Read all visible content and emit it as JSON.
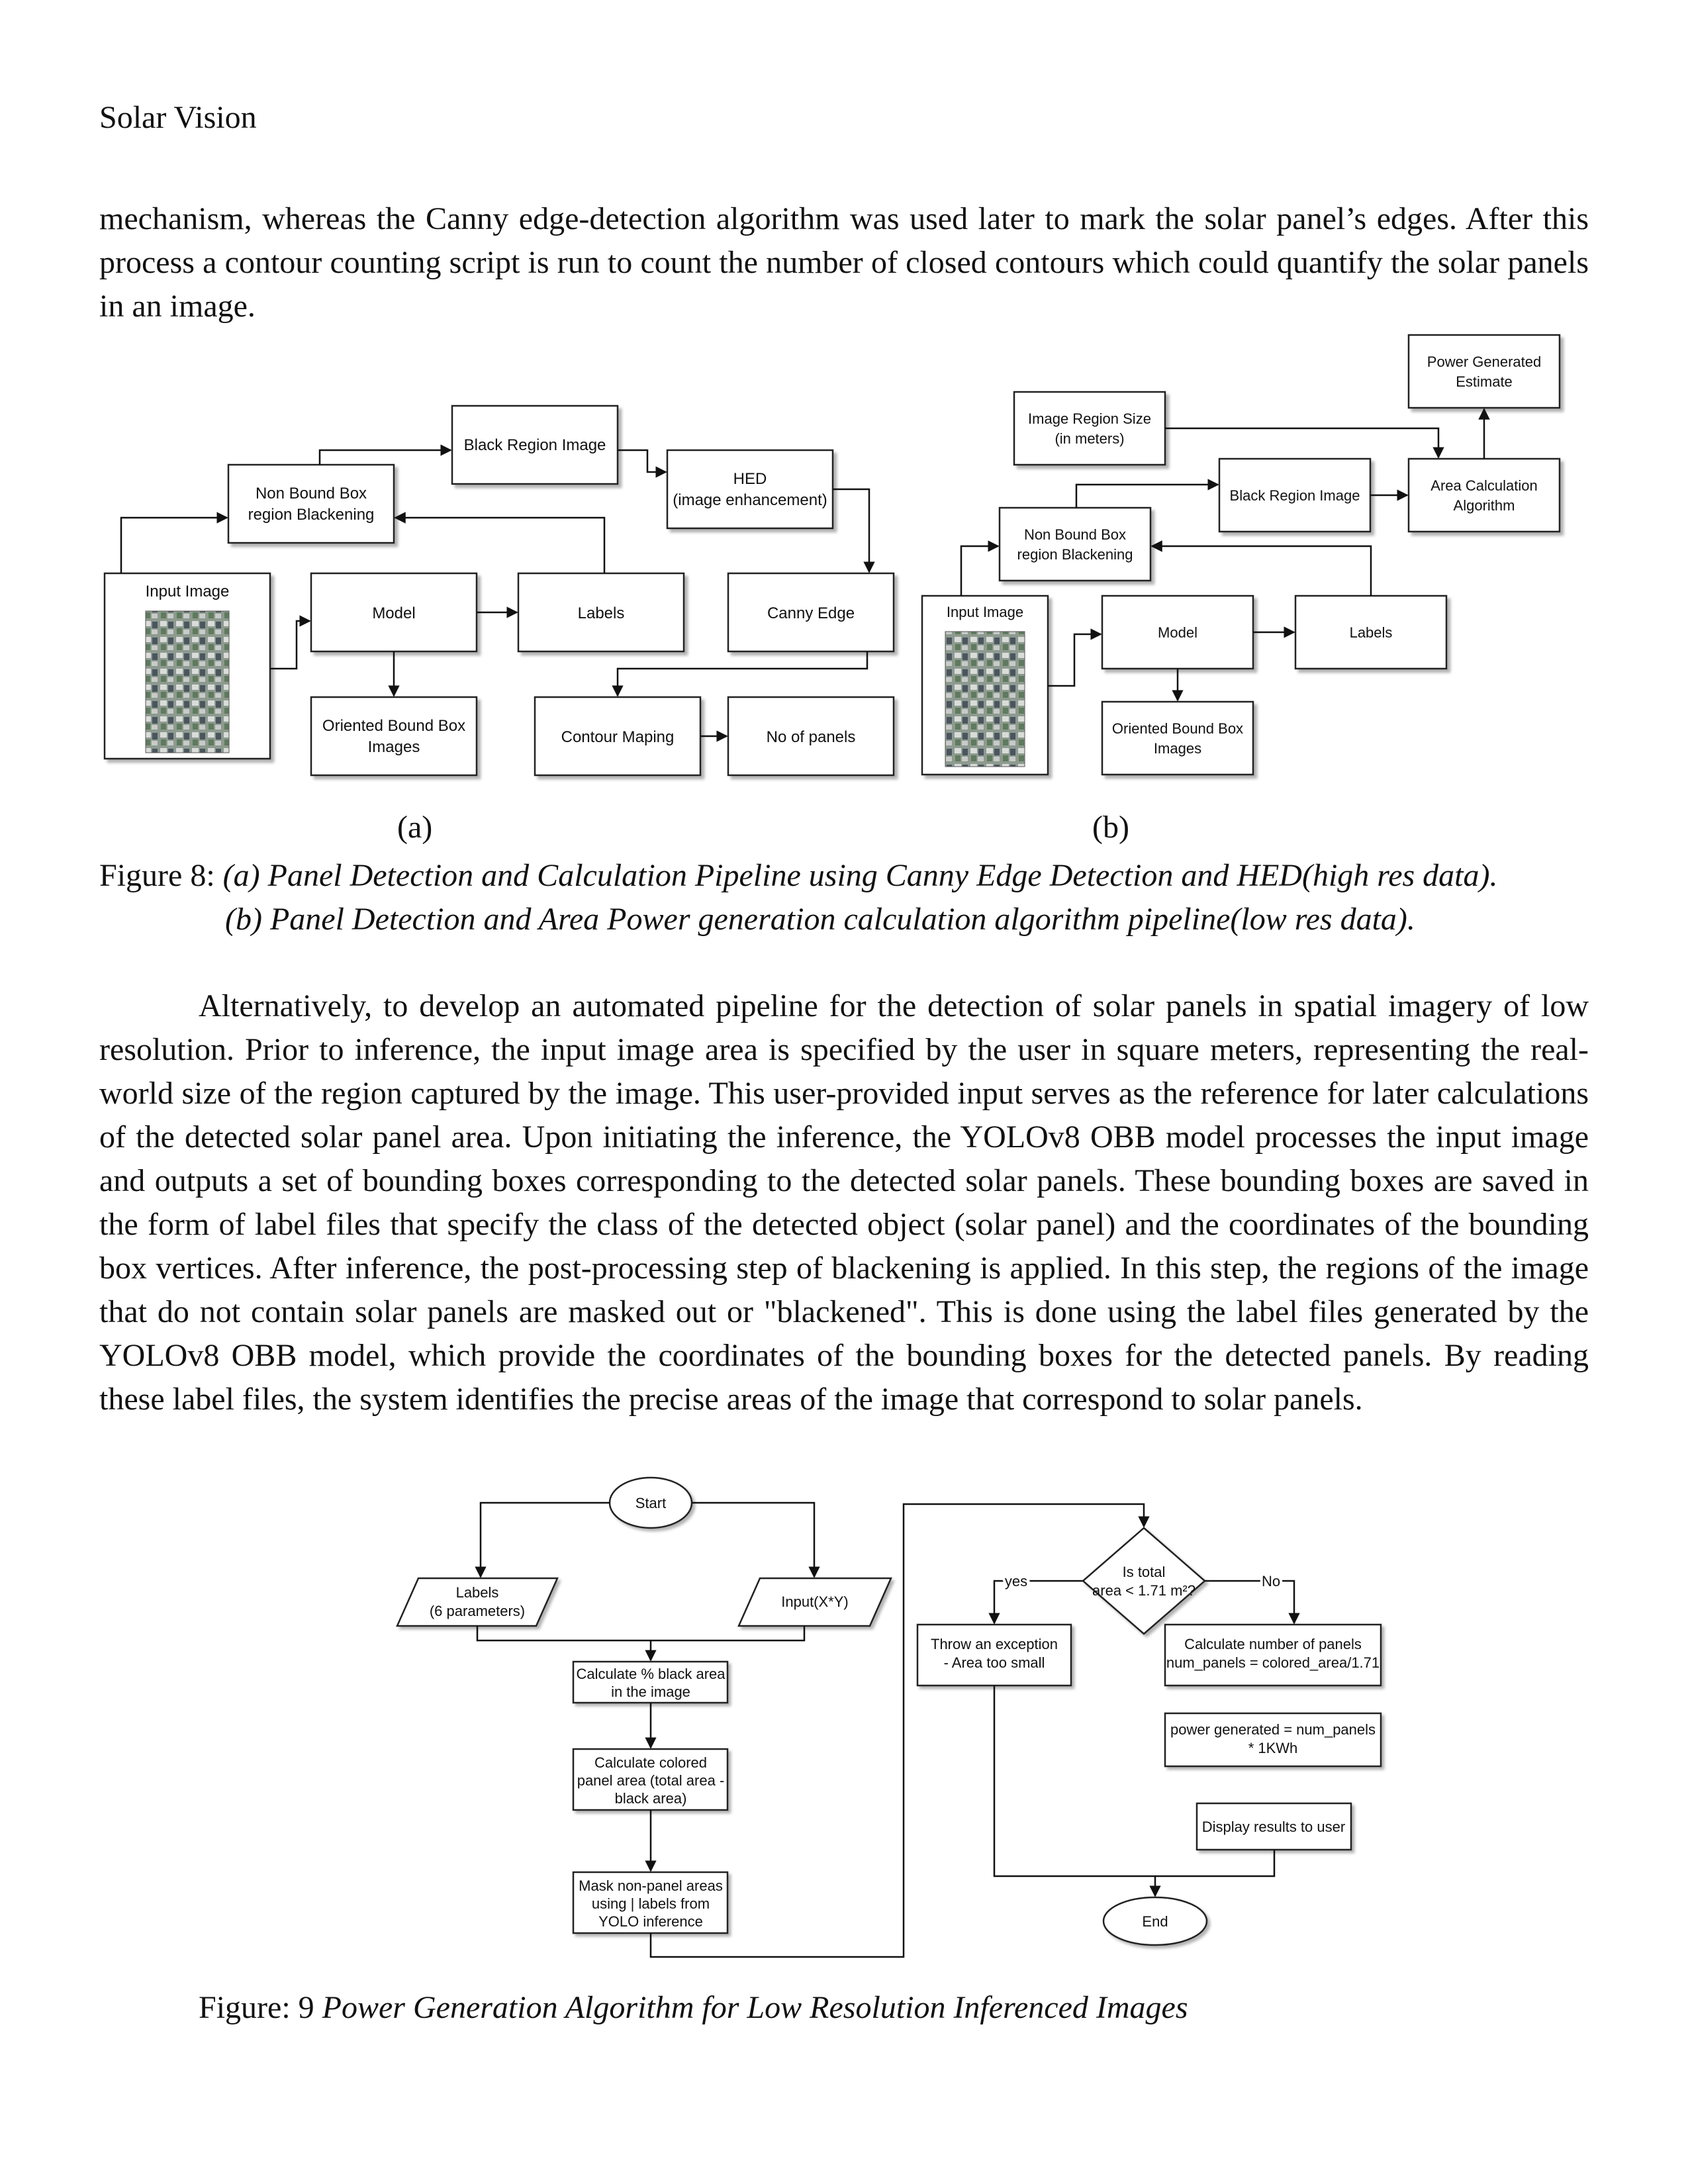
{
  "header": "Solar Vision",
  "para1": "mechanism, whereas the Canny edge-detection algorithm was used later to mark the solar panel’s edges. After this process a contour counting script is run to count the number of closed contours which could quantify the solar panels in an image.",
  "fig8": {
    "a": {
      "input_image": "Input Image",
      "non_bound_1": "Non Bound Box",
      "non_bound_2": "region Blackening",
      "black_region": "Black Region Image",
      "hed_1": "HED",
      "hed_2": "(image enhancement)",
      "model": "Model",
      "labels": "Labels",
      "canny": "Canny Edge",
      "obb_1": "Oriented Bound Box",
      "obb_2": "Images",
      "contour": "Contour Maping",
      "panels": "No of panels",
      "sub": "(a)"
    },
    "b": {
      "input_image": "Input Image",
      "region_size_1": "Image Region Size",
      "region_size_2": "(in meters)",
      "power_1": "Power Generated",
      "power_2": "Estimate",
      "black_region": "Black Region Image",
      "area_calc_1": "Area Calculation",
      "area_calc_2": "Algorithm",
      "non_bound_1": "Non Bound Box",
      "non_bound_2": "region Blackening",
      "model": "Model",
      "labels": "Labels",
      "obb_1": "Oriented Bound Box",
      "obb_2": "Images",
      "sub": "(b)"
    },
    "caption_prefix": "Figure 8: ",
    "caption_line1": "(a) Panel Detection and Calculation Pipeline using  Canny Edge Detection and HED(high res data).",
    "caption_line2": "(b) Panel Detection and Area Power generation calculation algorithm pipeline(low res data)."
  },
  "para2": "Alternatively, to develop an automated pipeline for the detection of solar panels in spatial imagery of low resolution. Prior to inference, the input image area is specified by the user in square meters, representing the real-world size of the region captured by the image. This user-provided input serves as the reference for later calculations of the detected solar panel area. Upon initiating the inference, the YOLOv8 OBB model processes the input image and outputs a set of bounding boxes corresponding to the detected solar panels. These bounding boxes are saved in the form of label files that specify the class of the detected object (solar panel) and the coordinates of the bounding box vertices. After inference, the post-processing step of blackening is applied. In this step, the regions of the image that do not contain solar panels are masked out or \"blackened\". This is done using the label files generated by the YOLOv8 OBB model, which provide the coordinates of the bounding boxes for the detected panels. By reading these label files, the system identifies the precise areas of the image that correspond to solar panels.",
  "fig9": {
    "start": "Start",
    "labels_1": "Labels",
    "labels_2": "(6 parameters)",
    "input": "Input(X*Y)",
    "calc_black_1": "Calculate % black area",
    "calc_black_2": "in the image",
    "calc_col_1": "Calculate colored",
    "calc_col_2": "panel area (total area -",
    "calc_col_3": "black area)",
    "mask_1": "Mask non-panel areas",
    "mask_2": "using | labels from",
    "mask_3": "YOLO inference",
    "decision_1": "Is total",
    "decision_2": "area < 1.71 m²?",
    "yes": "yes",
    "no": "No",
    "throw_1": "Throw an exception",
    "throw_2": "- Area too small",
    "num_1": "Calculate number of panels",
    "num_2": "num_panels = colored_area/1.71",
    "power_1": "power generated = num_panels",
    "power_2": "* 1KWh",
    "display": "Display results to user",
    "end": "End",
    "caption_prefix": "Figure: 9 ",
    "caption": "Power Generation Algorithm for Low Resolution Inferenced Images"
  }
}
